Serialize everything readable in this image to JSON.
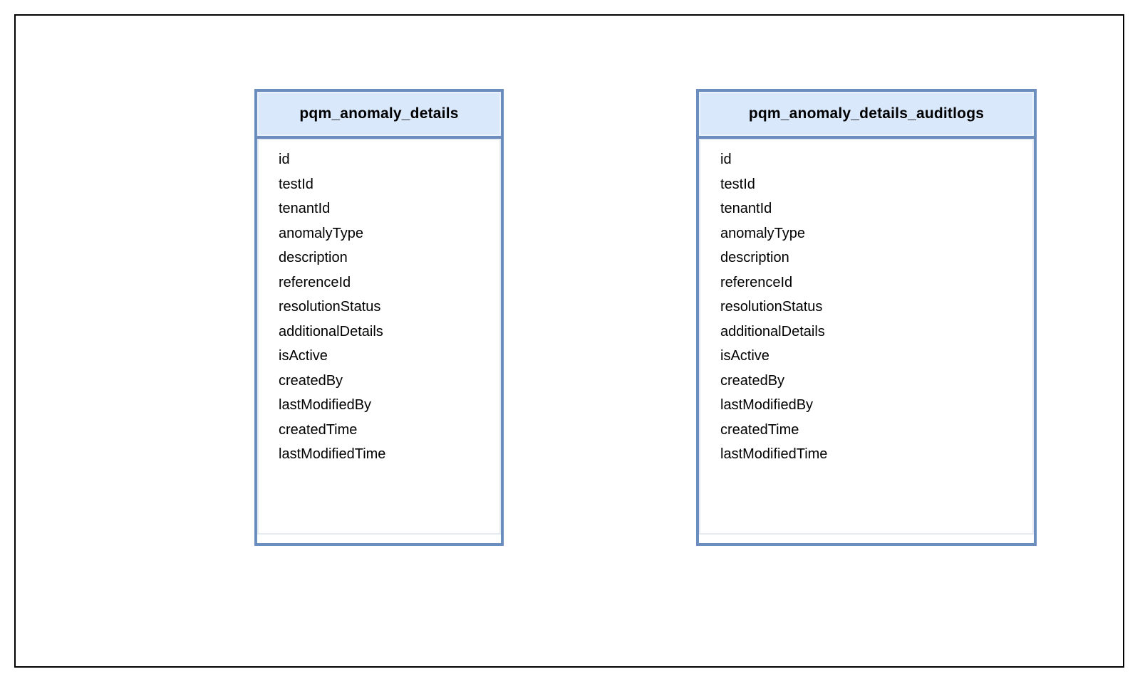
{
  "diagram": {
    "type": "entity-schema",
    "background_color": "#ffffff",
    "frame_border_color": "#000000",
    "entity_style": {
      "header_fill": "#dae8fc",
      "border_color": "#6c8ebf",
      "text_color": "#000000"
    },
    "entities": [
      {
        "title": "pqm_anomaly_details",
        "fields": [
          "id",
          "testId",
          "tenantId",
          "anomalyType",
          "description",
          "referenceId",
          "resolutionStatus",
          "additionalDetails",
          "isActive",
          "createdBy",
          "lastModifiedBy",
          "createdTime",
          "lastModifiedTime"
        ]
      },
      {
        "title": "pqm_anomaly_details_auditlogs",
        "fields": [
          "id",
          "testId",
          "tenantId",
          "anomalyType",
          "description",
          "referenceId",
          "resolutionStatus",
          "additionalDetails",
          "isActive",
          "createdBy",
          "lastModifiedBy",
          "createdTime",
          "lastModifiedTime"
        ]
      }
    ]
  }
}
